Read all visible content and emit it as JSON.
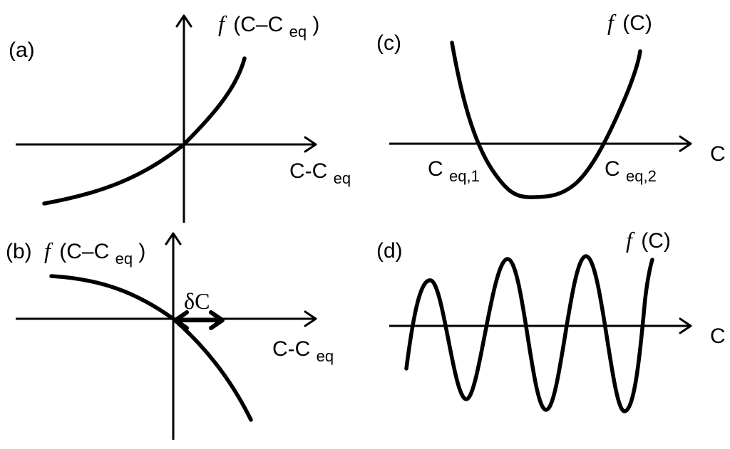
{
  "panels": {
    "a": {
      "label": "(a)",
      "f_prefix": "f",
      "f_arg_open": "(C–C",
      "f_arg_sub": "eq",
      "f_arg_close": ")",
      "x_label": "C-C",
      "x_label_sub": "eq"
    },
    "b": {
      "label": "(b)",
      "f_prefix": "f",
      "f_arg_open": "(C–C",
      "f_arg_sub": "eq",
      "f_arg_close": ")",
      "delta_label": "δC",
      "x_label": "C-C",
      "x_label_sub": "eq"
    },
    "c": {
      "label": "(c)",
      "f_prefix": "f",
      "f_arg": "(C)",
      "x_label": "C",
      "root1": "C",
      "root1_sub": "eq,1",
      "root2": "C",
      "root2_sub": "eq,2"
    },
    "d": {
      "label": "(d)",
      "f_prefix": "f",
      "f_arg": "(C)",
      "x_label": "C"
    }
  }
}
